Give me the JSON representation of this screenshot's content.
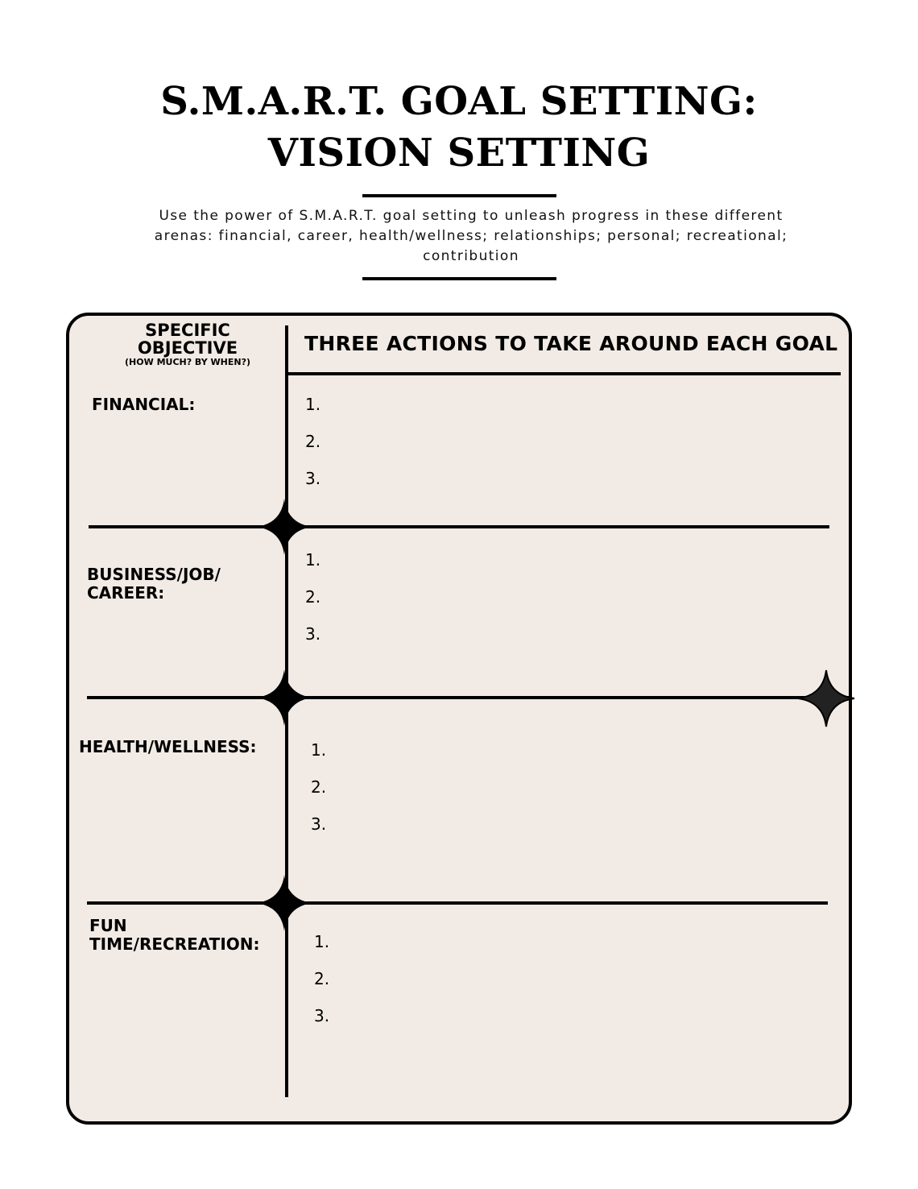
{
  "title": {
    "line1": "S.M.A.R.T. GOAL SETTING:",
    "line2": "VISION SETTING"
  },
  "subtitle": {
    "line1": "Use the power of S.M.A.R.T. goal setting to unleash progress in these different",
    "line2": "arenas: financial, career, health/wellness; relationships; personal; recreational;",
    "line3": "contribution"
  },
  "table": {
    "header_left": {
      "line1": "SPECIFIC",
      "line2": "OBJECTIVE",
      "line3": "(HOW MUCH? BY WHEN?)"
    },
    "header_right": "THREE ACTIONS TO TAKE AROUND EACH GOAL",
    "rows": [
      {
        "label": [
          "FINANCIAL:"
        ],
        "items": [
          "1.",
          "2.",
          "3."
        ]
      },
      {
        "label": [
          "BUSINESS/JOB/",
          "CAREER:"
        ],
        "items": [
          "1.",
          "2.",
          "3."
        ]
      },
      {
        "label": [
          "HEALTH/WELLNESS:"
        ],
        "items": [
          "1.",
          "2.",
          "3."
        ]
      },
      {
        "label": [
          "FUN",
          "TIME/RECREATION:"
        ],
        "items": [
          "1.",
          "2.",
          "3."
        ]
      }
    ]
  },
  "colors": {
    "panel_background": "#f2ebe5",
    "ink": "#000000"
  }
}
